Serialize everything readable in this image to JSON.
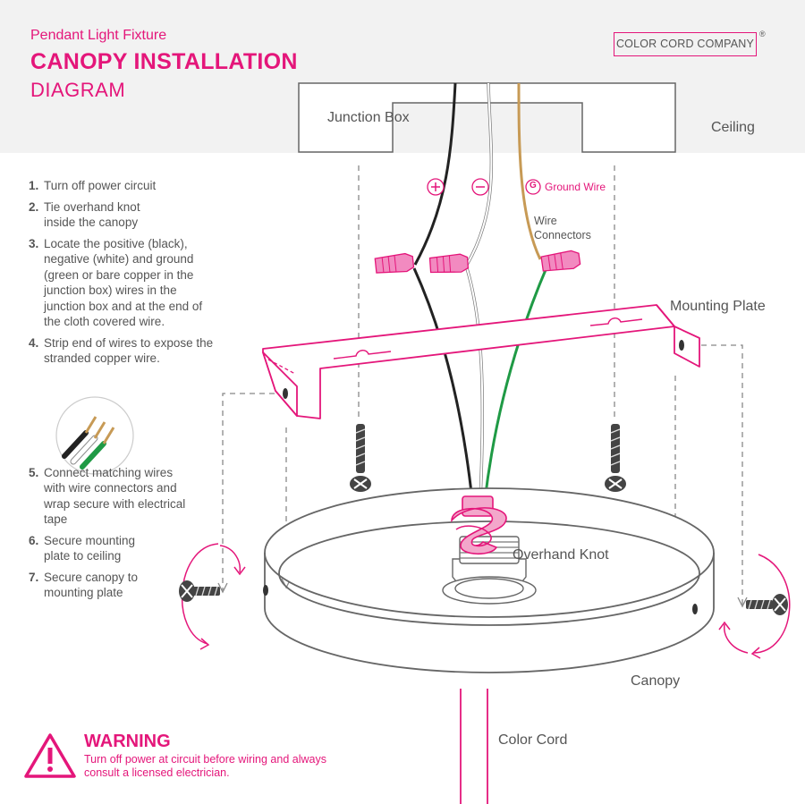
{
  "header": {
    "subtitle": "Pendant Light Fixture",
    "title": "CANOPY INSTALLATION",
    "title2": "DIAGRAM",
    "brand": "COLOR CORD COMPANY",
    "brand_mark": "®"
  },
  "labels": {
    "junction_box": "Junction Box",
    "ceiling": "Ceiling",
    "ground_wire": "Ground Wire",
    "ground_symbol": "G",
    "wire_connectors": "Wire Connectors",
    "mounting_plate": "Mounting Plate",
    "overhand_knot": "Overhand Knot",
    "canopy": "Canopy",
    "color_cord": "Color Cord"
  },
  "steps": [
    {
      "num": "1.",
      "text": "Turn off power circuit"
    },
    {
      "num": "2.",
      "text": "Tie overhand knot inside the canopy"
    },
    {
      "num": "3.",
      "text": "Locate the positive (black), negative (white) and ground (green or bare copper in the junction box) wires in the junction box and at the end of the cloth covered wire."
    },
    {
      "num": "4.",
      "text": "Strip end of wires to expose the stranded copper wire."
    },
    {
      "num": "5.",
      "text": "Connect matching wires with wire connectors and wrap secure with electrical tape"
    },
    {
      "num": "6.",
      "text": "Secure mounting plate to ceiling"
    },
    {
      "num": "7.",
      "text": "Secure canopy to mounting plate"
    }
  ],
  "warning": {
    "title": "WARNING",
    "text": "Turn off power at circuit before wiring and always consult a licensed electrician."
  },
  "colors": {
    "accent": "#e4167a",
    "text": "#555555",
    "line": "#666666",
    "ground_wire": "#1f9a45",
    "black_wire": "#222222",
    "copper_wire": "#c79a55"
  }
}
